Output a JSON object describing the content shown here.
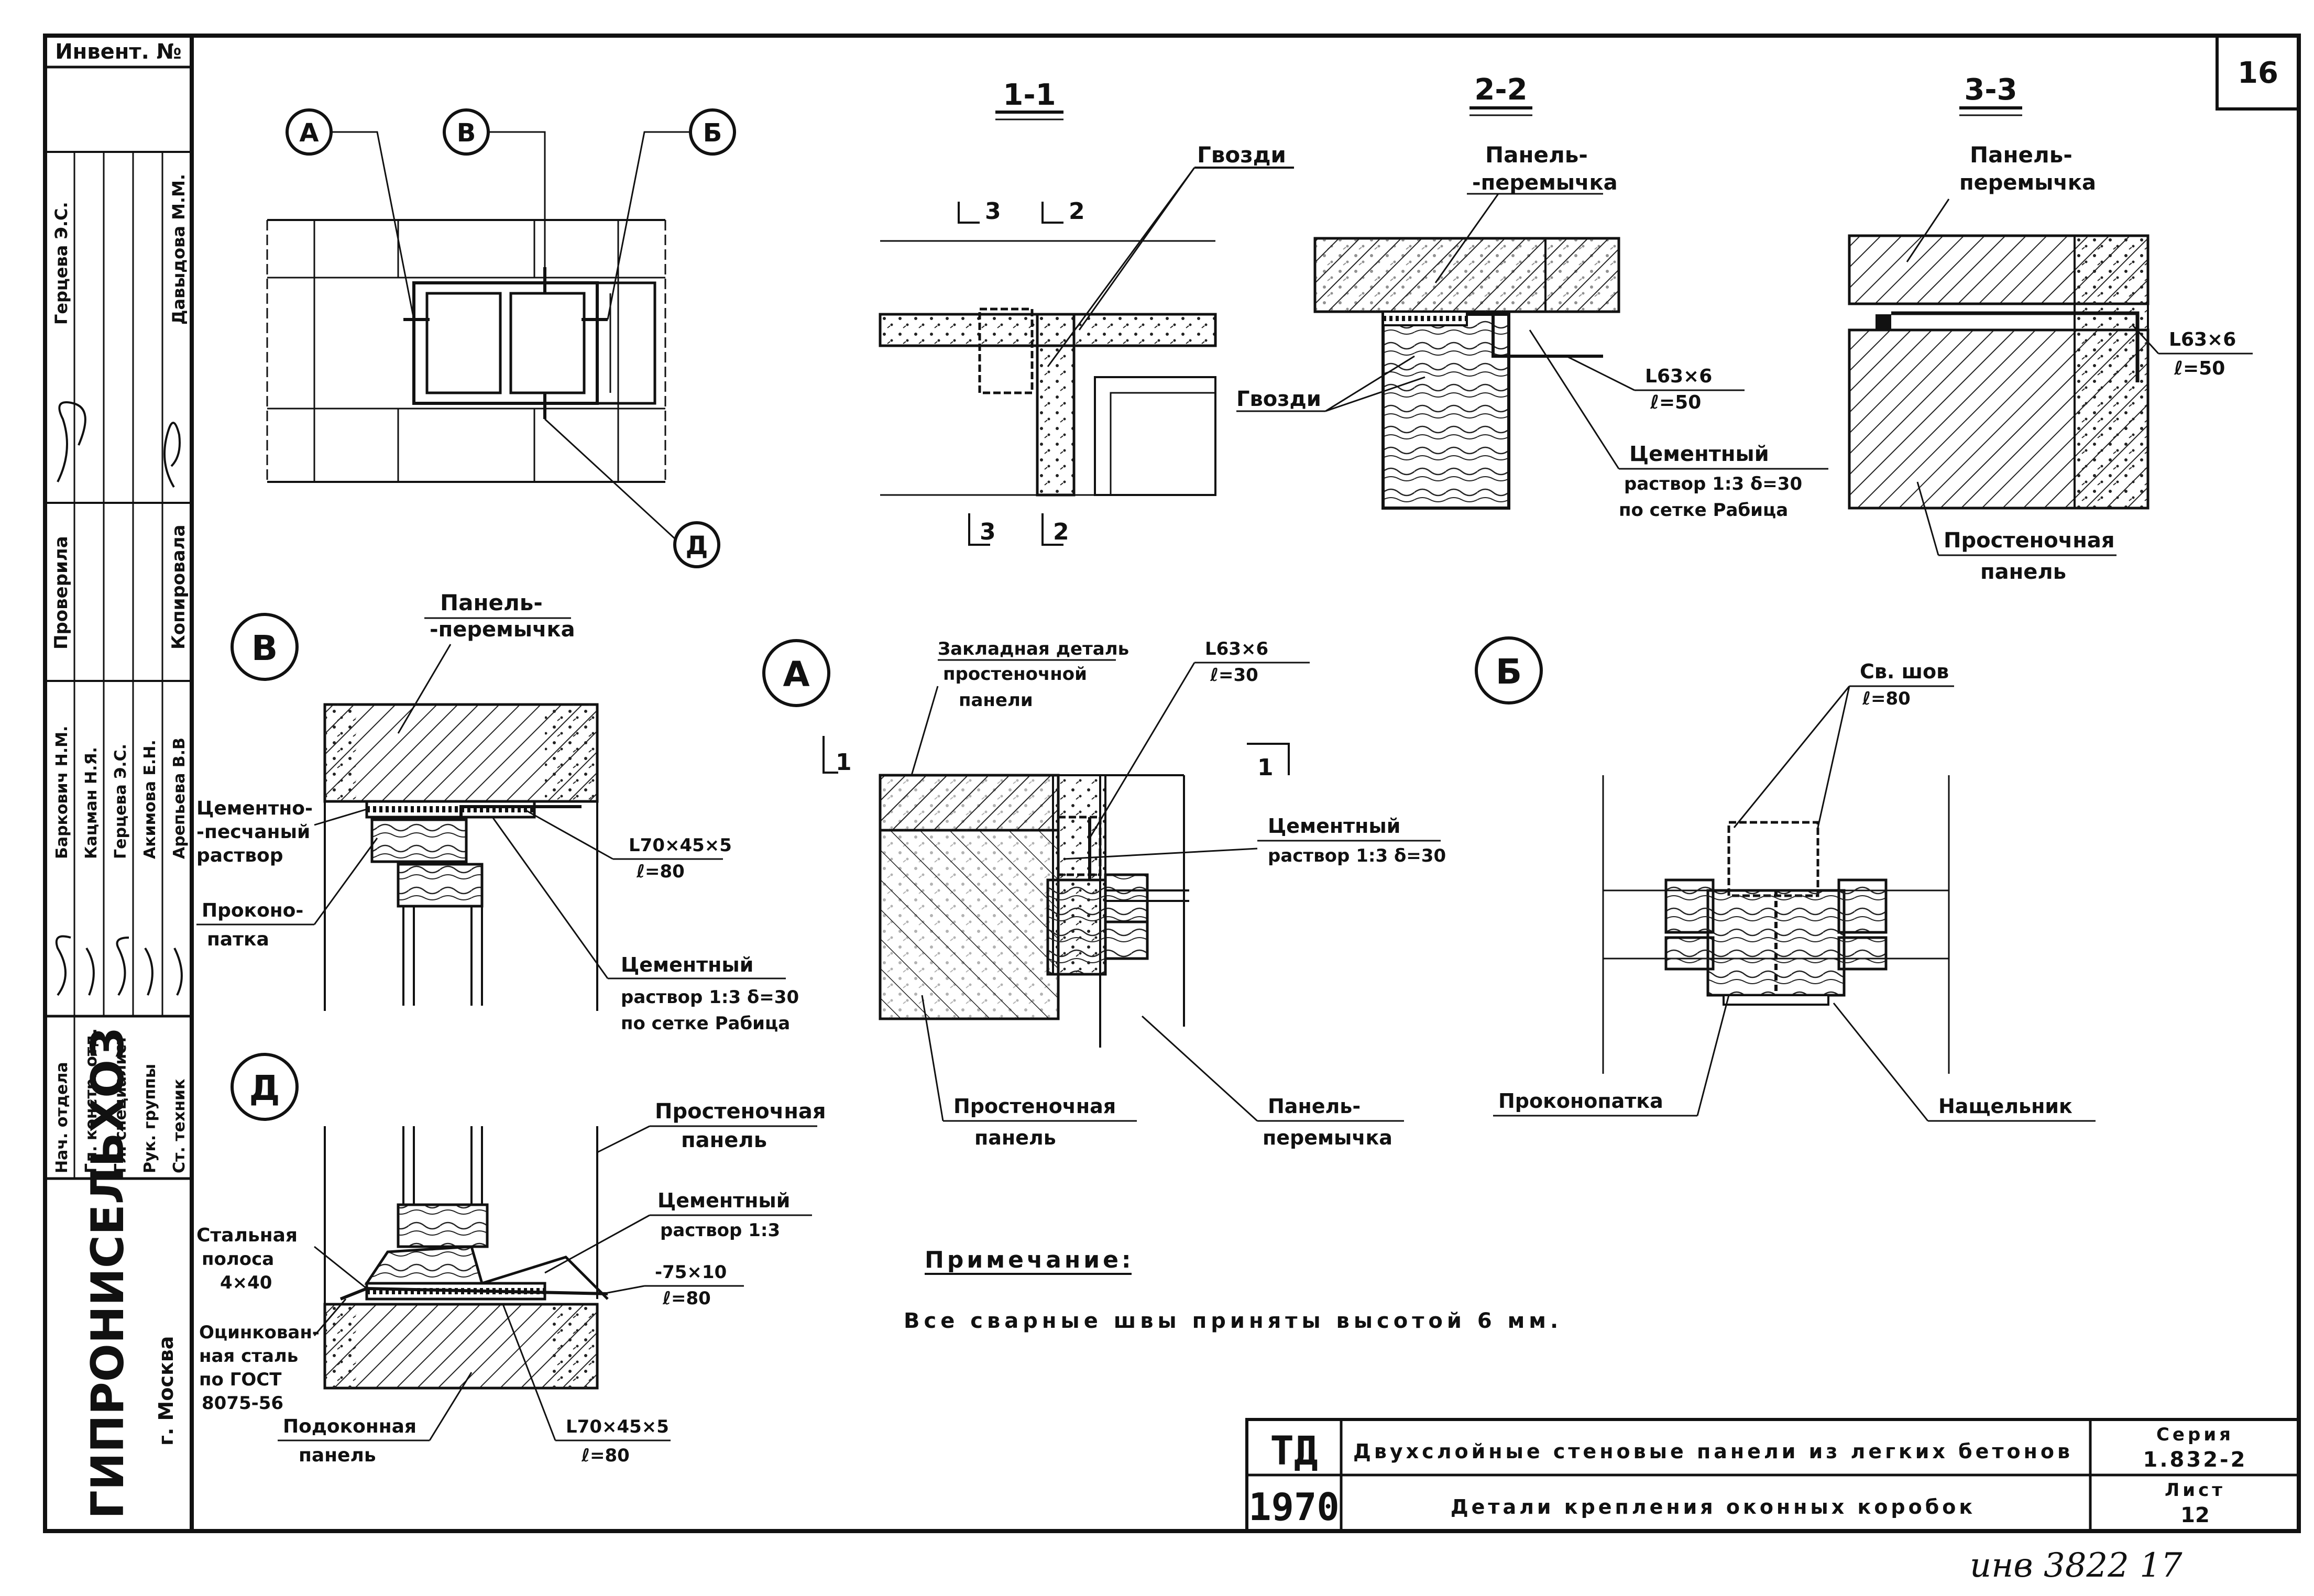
{
  "sheet": {
    "page_number": "16",
    "sheet_label": "Лист",
    "sheet_value": "12",
    "series_label": "Серия",
    "series_value": "1.832-2",
    "code": "ТД",
    "year": "1970",
    "title_top": "Двухслойные стеновые панели из легких бетонов",
    "title_bottom": "Детали крепления оконных коробок",
    "footer_handwritten": "инв 3822 17"
  },
  "stamp": {
    "inventory": "Инвент. №",
    "org": "ГИПРОНИСЕЛЬХОЗ",
    "city": "г. Москва",
    "checked": "Проверила",
    "copied": "Копировала",
    "roles": [
      "Нач. отдела",
      "Гл. констр. отд.",
      "Гл. специалист",
      "Рук. группы",
      "Ст. техник"
    ],
    "names": [
      "Баркович Н.М.",
      "Кацман Н.Я.",
      "Герцева Э.С.",
      "Акимова Е.Н.",
      "Арепьева В.В"
    ],
    "checker_names": [
      "Герцева Э.С.",
      "Давыдова М.М."
    ]
  },
  "details": {
    "section_1_1": "1-1",
    "section_2_2": "2-2",
    "section_3_3": "3-3",
    "marker_A": "А",
    "marker_B": "Б",
    "marker_V": "В",
    "marker_D": "Д",
    "cut_3": "3",
    "cut_2": "2",
    "cut_1": "1",
    "nails": "Гвозди",
    "panel_lintel_1": "Панель-",
    "panel_lintel_2": "-перемычка",
    "panel_lintel_alt": "перемычка",
    "pier_panel_1": "Простеночная",
    "pier_panel_2": "панель",
    "angle_63": "L63×6",
    "l50": "ℓ=50",
    "l30": "ℓ=30",
    "l80": "ℓ=80",
    "cement_mortar": "Цементный",
    "mortar_mesh_1": "раствор 1:3 δ=30",
    "mortar_mesh_2": "по сетке Рабица",
    "mortar_13": "раствор 1:3",
    "cement_sand_1": "Цементно-",
    "cement_sand_2": "-песчаный",
    "cement_sand_3": "раствор",
    "caulk_1": "Проконо-",
    "caulk_2": "патка",
    "caulk_full": "Проконопатка",
    "angle_70": "L70×45×5",
    "embedded_1": "Закладная деталь",
    "embedded_2": "простеночной",
    "embedded_3": "панели",
    "weld_seam": "Св. шов",
    "batten": "Нащельник",
    "steel_strip_1": "Стальная",
    "steel_strip_2": "полоса",
    "steel_strip_3": "4×40",
    "galv_1": "Оцинкован-",
    "galv_2": "ная сталь",
    "galv_3": "по ГОСТ",
    "galv_4": "8075-56",
    "sill_1": "Подоконная",
    "sill_2": "панель",
    "strip_75": "-75×10",
    "note_title": "Примечание:",
    "note_text": "Все сварные швы приняты высотой 6 мм."
  }
}
